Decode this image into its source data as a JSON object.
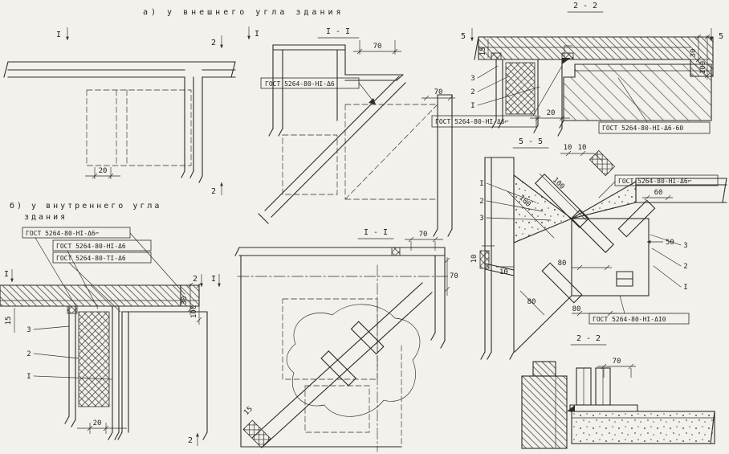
{
  "titles": {
    "external": "а) у внешнего угла здания",
    "internal1": "б) у внутреннего угла",
    "internal2": "здания"
  },
  "sections": {
    "s11": "I - I",
    "s22": "2 - 2",
    "s55": "5 - 5"
  },
  "marks": {
    "i": "I",
    "two": "2",
    "five": "5"
  },
  "dims": {
    "d10": "10",
    "d15": "15",
    "d20": "20",
    "d30": "30",
    "d50": "50",
    "d60": "60",
    "d70": "70",
    "d80": "80",
    "d100": "100"
  },
  "callouts": {
    "c1": "I",
    "c2": "2",
    "c3": "3"
  },
  "gost": {
    "h1_6": "ГОСТ 5264-80-НІ-Δ6",
    "h1_6_flag": "ГОСТ 5264-80-НІ-Δ6⌐",
    "h1_6_60": "ГОСТ 5264-80-НІ-Δ6-60",
    "t1_6": "ГОСТ 5264-80-ТІ-Δ6",
    "h1_10": "ГОСТ 5264-80-НІ-ΔІ0"
  }
}
